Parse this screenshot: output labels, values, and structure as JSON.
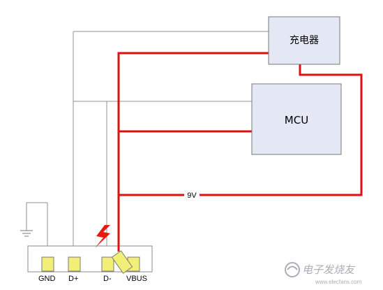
{
  "blocks": {
    "charger": "充电器",
    "mcu": "MCU"
  },
  "wire_labels": {
    "voltage": "9V"
  },
  "connector": {
    "pins": [
      "GND",
      "D+",
      "D-",
      "VBUS"
    ]
  },
  "watermark": {
    "text": "电子发烧友",
    "url": "www.elecfans.com"
  },
  "colors": {
    "power_line": "#e01010",
    "signal_line": "#909090",
    "box_fill": "#e4e8f4",
    "pin_fill": "#f2ef78",
    "spark": "#e81a10"
  }
}
